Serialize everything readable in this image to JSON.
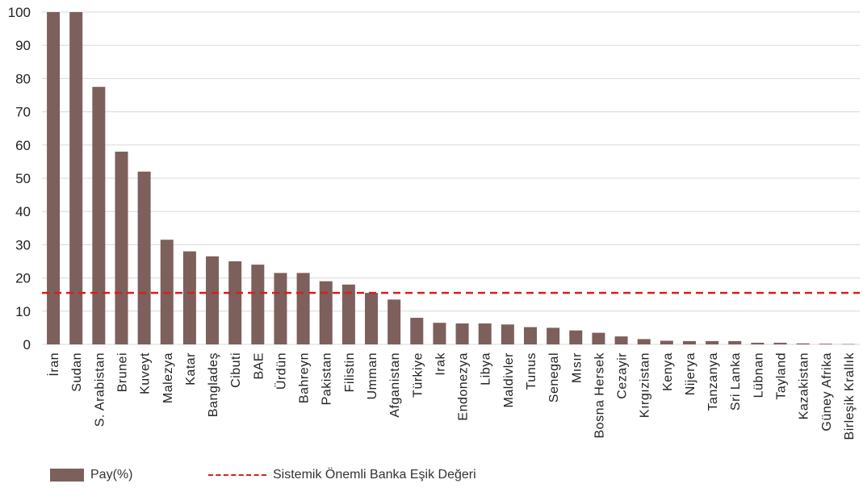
{
  "chart_data": {
    "type": "bar",
    "categories": [
      "İran",
      "Sudan",
      "S. Arabistan",
      "Brunei",
      "Kuveyt",
      "Malezya",
      "Katar",
      "Bangladeş",
      "Cibuti",
      "BAE",
      "Ürdün",
      "Bahreyn",
      "Pakistan",
      "Filistin",
      "Umman",
      "Afganistan",
      "Türkiye",
      "Irak",
      "Endonezya",
      "Libya",
      "Maldivler",
      "Tunus",
      "Senegal",
      "Mısır",
      "Bosna Hersek",
      "Cezayir",
      "Kırgızistan",
      "Kenya",
      "Nijerya",
      "Tanzanya",
      "Sri Lanka",
      "Lübnan",
      "Tayland",
      "Kazakistan",
      "Güney Afrika",
      "Birleşik Krallık"
    ],
    "series": [
      {
        "name": "Pay(%)",
        "color": "#7d5f5c",
        "values": [
          100,
          100,
          77.5,
          58,
          52,
          31.5,
          28,
          26.5,
          25,
          24,
          21.5,
          21.5,
          19,
          18,
          15.5,
          13.5,
          8,
          6.5,
          6.3,
          6.3,
          6,
          5.2,
          5,
          4.2,
          3.5,
          2.4,
          1.6,
          1.1,
          1,
          1,
          1,
          0.5,
          0.5,
          0.3,
          0.2,
          0.1
        ]
      }
    ],
    "threshold": {
      "name": "Sistemik Önemli Banka Eşik Değeri",
      "value": 15.5,
      "color": "#d81e1e",
      "style": "dashed"
    },
    "yticks": [
      "0",
      "10",
      "20",
      "30",
      "40",
      "50",
      "60",
      "70",
      "80",
      "90",
      "100"
    ],
    "ylim": [
      0,
      100
    ],
    "grid": true,
    "title": "",
    "xlabel": "",
    "ylabel": "",
    "legend_position": "bottom-left"
  }
}
